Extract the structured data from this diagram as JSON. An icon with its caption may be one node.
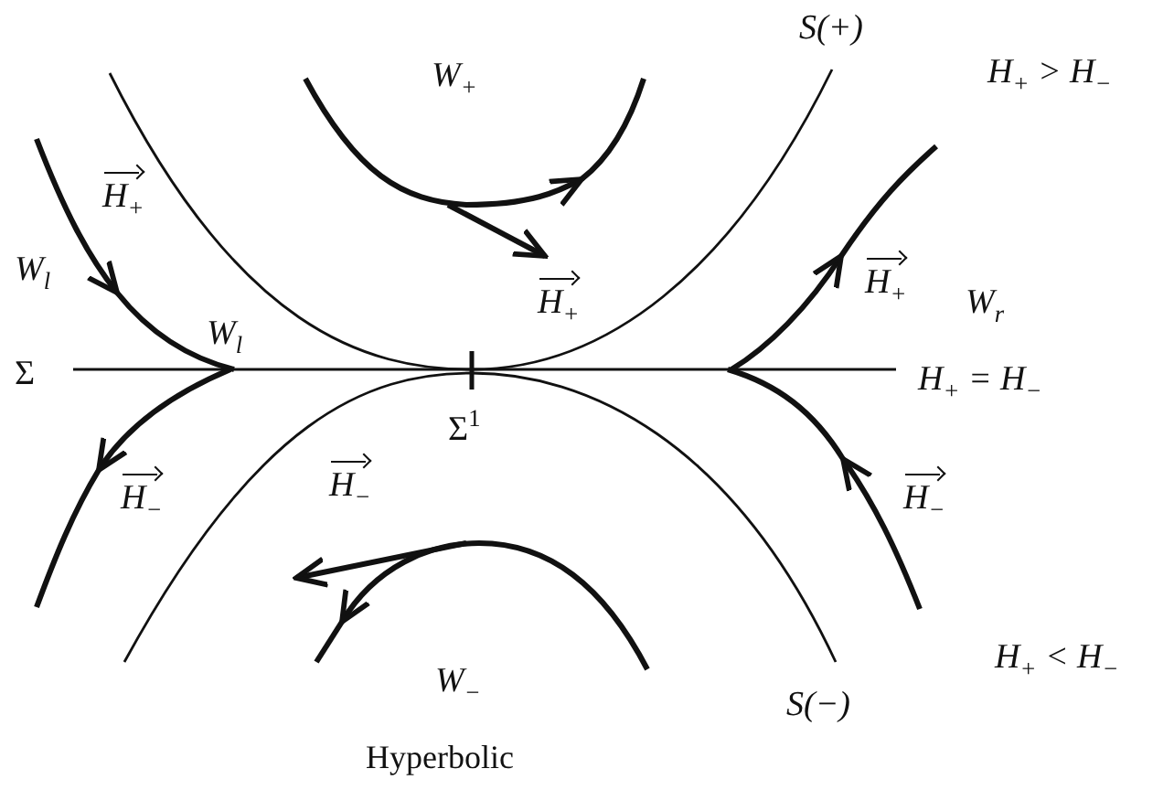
{
  "diagram": {
    "caption": "Hyperbolic",
    "labels": [
      "W$_{+}$",
      "S(+)",
      "H$_{+}$ > H$_{−}$",
      "H$_{+}$",
      "W$_{l}$",
      "H$_{+}$",
      "H$_{+}$",
      "W$_{r}$",
      "W$_{l}$",
      "Σ",
      "H$_{+}$ = H$_{−}$",
      "Σ$^{1}$",
      "H$_{−}$",
      "H$_{−}$",
      "H$_{−}$",
      "H$_{+}$ < H$_{−}$",
      "W$_{−}$",
      "S(−)"
    ]
  }
}
